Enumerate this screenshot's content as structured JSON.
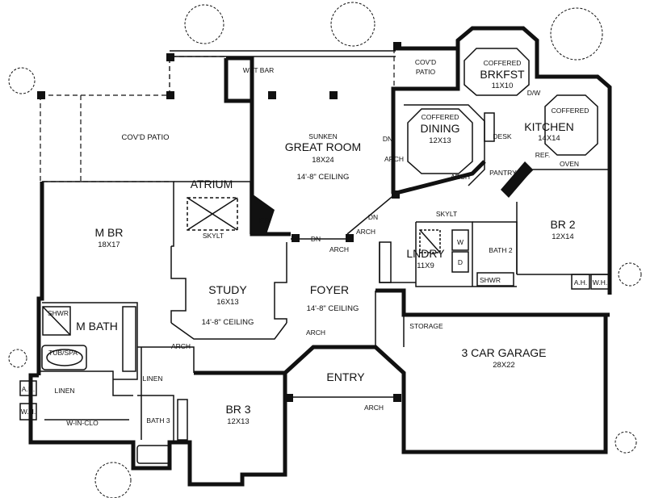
{
  "rooms": {
    "great_room": {
      "pre": "SUNKEN",
      "name": "GREAT ROOM",
      "size": "18X24",
      "ceiling": "14'-8\" CEILING"
    },
    "wet_bar": "WET BAR",
    "covd_patio_top": {
      "line1": "COV'D",
      "line2": "PATIO"
    },
    "brkfst": {
      "pre": "COFFERED",
      "name": "BRKFST",
      "size": "11X10"
    },
    "dining": {
      "pre": "COFFERED",
      "name": "DINING",
      "size": "12X13"
    },
    "kitchen": {
      "pre": "COFFERED",
      "name": "KITCHEN",
      "size": "14X14"
    },
    "desk": "DESK",
    "ref": "REF.",
    "oven": "OVEN",
    "pantry": "PANTRY",
    "dw": "D/W",
    "covd_patio_left": "COV'D PATIO",
    "atrium": "ATRIUM",
    "skylt_atrium": "SKYLT",
    "fp": "F.P.",
    "master_br": {
      "name": "M BR",
      "size": "18X17"
    },
    "study": {
      "name": "STUDY",
      "size": "16X13",
      "ceiling": "14'-8\" CEILING"
    },
    "foyer": {
      "name": "FOYER",
      "ceiling": "14'-8\" CEILING"
    },
    "laundry": {
      "name": "LNDRY",
      "size": "11X9"
    },
    "skylt_laundry": "SKYLT",
    "w": "W",
    "d": "D",
    "bath2": "BATH 2",
    "br2": {
      "name": "BR 2",
      "size": "12X14"
    },
    "shwr_br2": "SHWR",
    "ah_right": "A.H.",
    "wh_right": "W.H.",
    "m_bath": "M BATH",
    "shwr_mbath": "SHWR",
    "tub_spa": "TUB/SPA",
    "linen_left": "LINEN",
    "ah_left": "A.H.",
    "wh_left": "W.H.",
    "w_in_clo": "W-IN-CLO",
    "linen_bath3": "LINEN",
    "bath3": "BATH 3",
    "br3": {
      "name": "BR 3",
      "size": "12X13"
    },
    "entry": "ENTRY",
    "storage": "STORAGE",
    "garage": {
      "name": "3 CAR GARAGE",
      "size": "28X22"
    }
  },
  "markers": {
    "dn": "DN",
    "arch": "ARCH"
  }
}
